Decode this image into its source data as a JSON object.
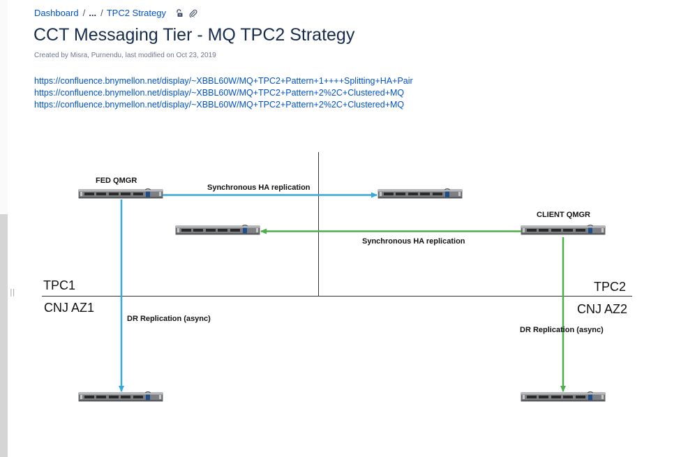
{
  "breadcrumb": {
    "dashboard": "Dashboard",
    "separator": "/",
    "ellipsis": "...",
    "page": "TPC2 Strategy",
    "icons": [
      "unlock-icon",
      "paperclip-icon"
    ]
  },
  "page": {
    "title": "CCT Messaging Tier - MQ TPC2 Strategy",
    "meta": "Created by Misra, Purnendu, last modified on Oct 23, 2019"
  },
  "links": [
    "https://confluence.bnymellon.net/display/~XBBL60W/MQ+TPC2+Pattern+1++++Splitting+HA+Pair",
    "https://confluence.bnymellon.net/display/~XBBL60W/MQ+TPC2+Pattern+2%2C+Clustered+MQ",
    "https://confluence.bnymellon.net/display/~XBBL60W/MQ+TPC2+Pattern+2%2C+Clustered+MQ"
  ],
  "diagram": {
    "fed_qmgr": "FED  QMGR",
    "client_qmgr": "CLIENT QMGR",
    "sync_ha_top": "Synchronous HA replication",
    "sync_ha_bottom": "Synchronous  HA  replication",
    "tpc1": "TPC1",
    "tpc2": "TPC2",
    "cnj_az1": "CNJ AZ1",
    "cnj_az2": "CNJ AZ2",
    "dr_left": "DR Replication (async)",
    "dr_right": "DR Replication (async)",
    "colors": {
      "blue_arrow": "#35a9dc",
      "green_arrow": "#4cae4c",
      "line": "#333333"
    }
  }
}
